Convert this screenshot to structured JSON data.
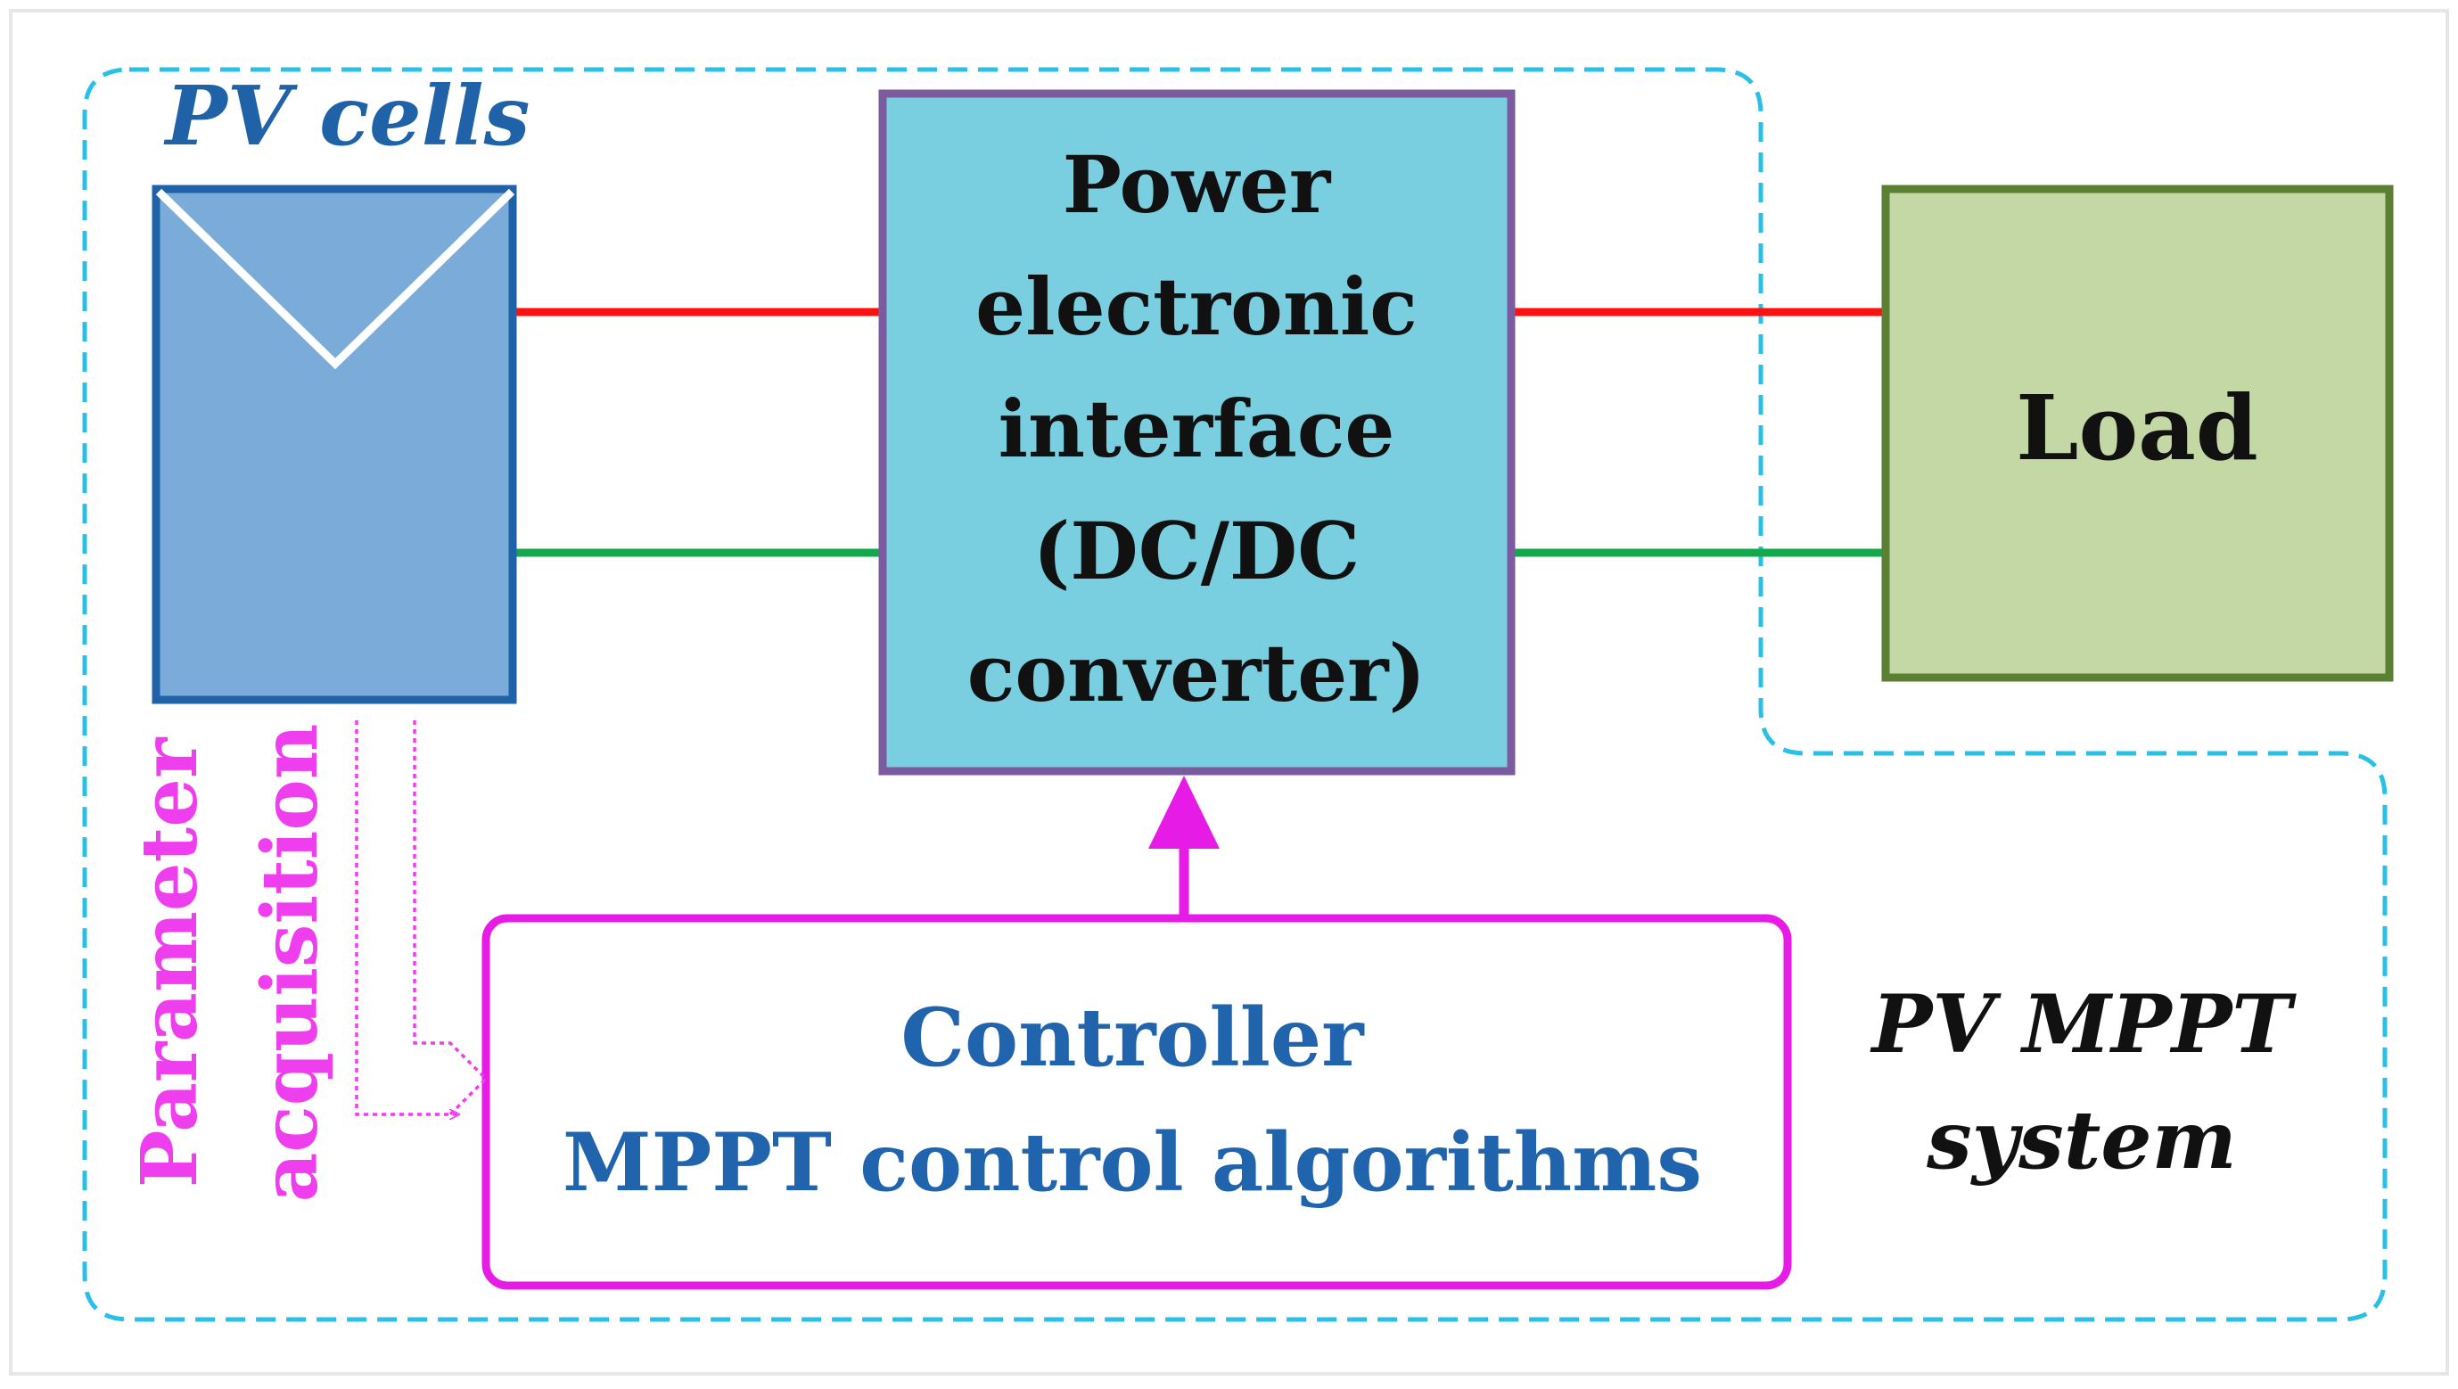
{
  "diagram": {
    "pv_cells": {
      "label": "PV cells"
    },
    "converter": {
      "lines": [
        "Power",
        "electronic",
        "interface",
        "(DC/DC",
        "converter)"
      ]
    },
    "load": {
      "label": "Load"
    },
    "controller": {
      "line1": "Controller",
      "line2": "MPPT control algorithms"
    },
    "acquisition": {
      "line1": "Parameter",
      "line2": "acquisition"
    },
    "system": {
      "line1": "PV MPPT",
      "line2": "system"
    }
  },
  "colors": {
    "boundary": "#29bfe6",
    "pv_fill": "#7bacd9",
    "pv_border": "#1f62a8",
    "converter_fill": "#79cfe0",
    "converter_border": "#7b5b9e",
    "load_fill": "#c4d8a5",
    "load_border": "#5b7f33",
    "controller_border": "#e61ce6",
    "controller_text": "#1f64ad",
    "wire_positive": "#ff1010",
    "wire_negative": "#13a84b",
    "acquisition": "#ee3eee"
  }
}
